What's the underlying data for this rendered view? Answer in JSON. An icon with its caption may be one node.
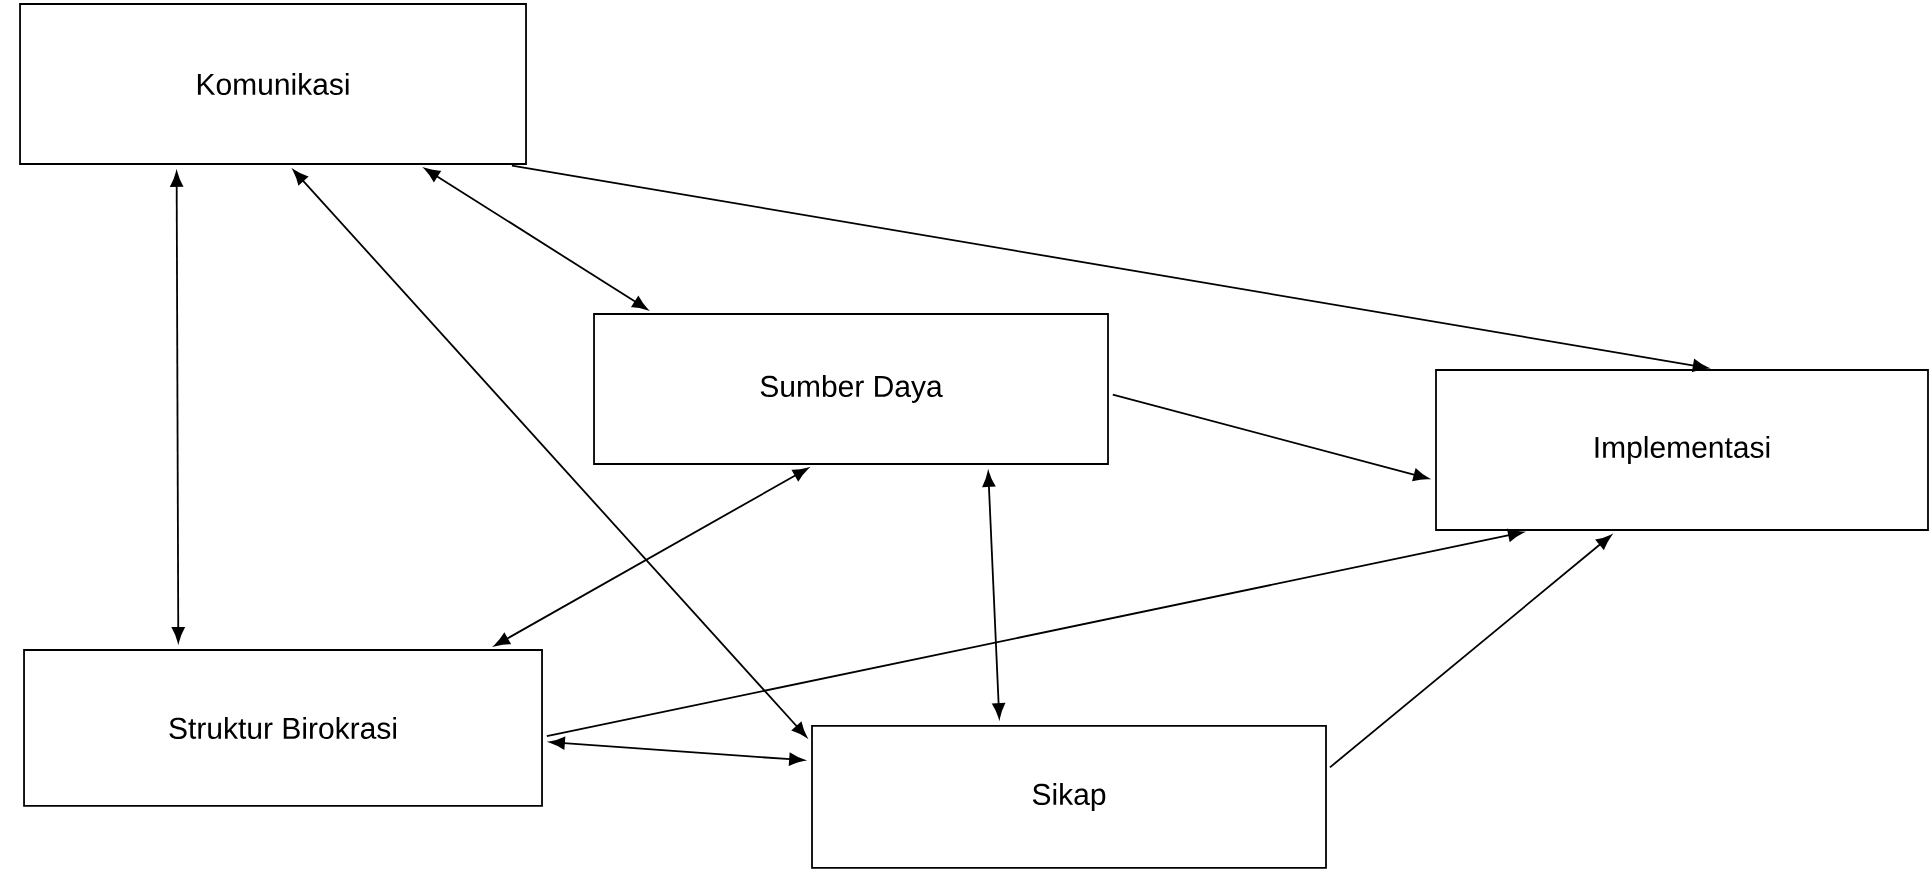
{
  "diagram": {
    "nodes": [
      {
        "text": [
          "Komunikasi"
        ]
      },
      {
        "text": [
          "Sumber Daya"
        ]
      },
      {
        "text": [
          "Implementasi"
        ]
      },
      {
        "text": [
          "Struktur Birokrasi"
        ]
      },
      {
        "text": [
          "Sikap"
        ]
      }
    ],
    "edges": [
      {
        "from": 0,
        "to": 2,
        "arrow": "to"
      },
      {
        "from": 0,
        "to": 3,
        "arrow": "both"
      },
      {
        "from": 0,
        "to": 4,
        "arrow": "both"
      },
      {
        "from": 0,
        "to": 1,
        "arrow": "both"
      },
      {
        "from": 1,
        "to": 2,
        "arrow": "to"
      },
      {
        "from": 1,
        "to": 3,
        "arrow": "both"
      },
      {
        "from": 1,
        "to": 4,
        "arrow": "both"
      },
      {
        "from": 3,
        "to": 2,
        "arrow": "to"
      },
      {
        "from": 3,
        "to": 4,
        "arrow": "both"
      },
      {
        "from": 4,
        "to": 2,
        "arrow": "to"
      }
    ]
  }
}
